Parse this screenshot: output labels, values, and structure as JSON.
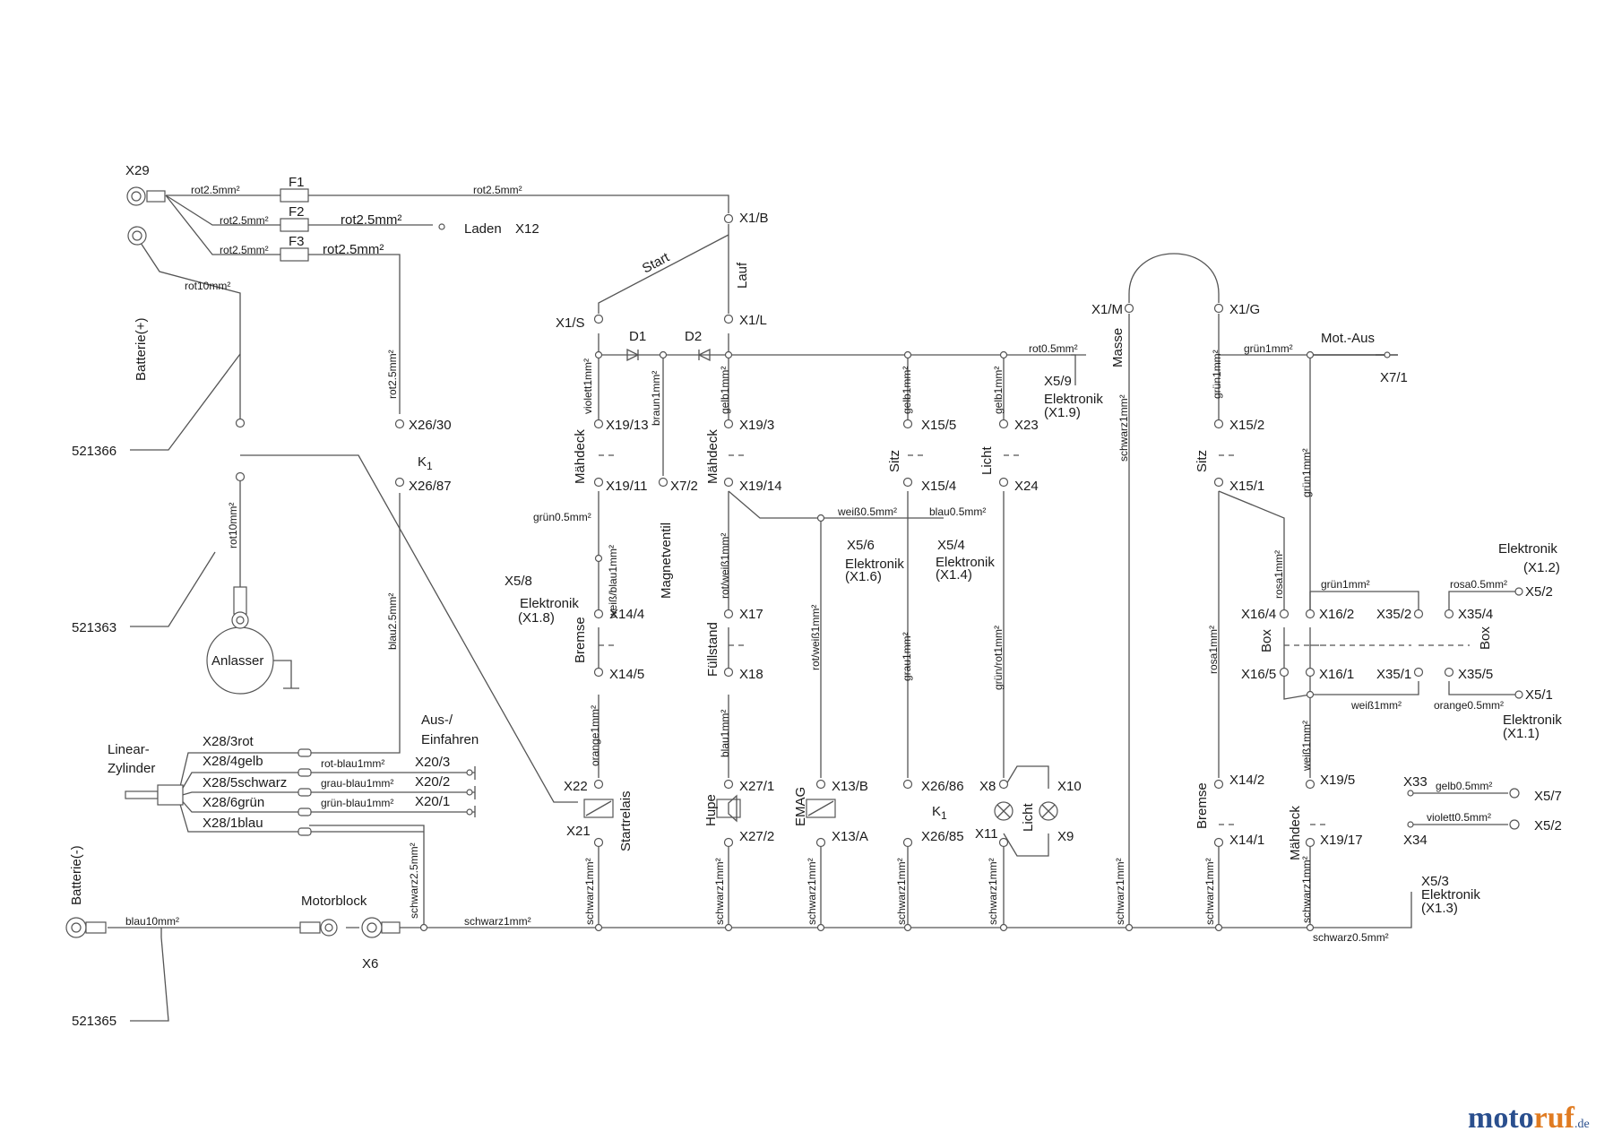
{
  "connectors": {
    "x29": "X29",
    "x12": "X12",
    "x1b": "X1/B",
    "x1s": "X1/S",
    "x1l": "X1/L",
    "x1m": "X1/M",
    "x1g": "X1/G",
    "x7_1": "X7/1",
    "x26_30": "X26/30",
    "x26_87": "X26/87",
    "x19_13": "X19/13",
    "x19_11": "X19/11",
    "x7_2": "X7/2",
    "x19_3": "X19/3",
    "x19_14": "X19/14",
    "x15_5": "X15/5",
    "x15_4": "X15/4",
    "x23": "X23",
    "x24": "X24",
    "x5_9": "X5/9",
    "x15_2": "X15/2",
    "x15_1": "X15/1",
    "x5_8": "X5/8",
    "x14_4": "X14/4",
    "x14_5": "X14/5",
    "x17": "X17",
    "x18": "X18",
    "x5_6": "X5/6",
    "x5_4": "X5/4",
    "x16_4": "X16/4",
    "x16_2": "X16/2",
    "x35_2": "X35/2",
    "x35_4": "X35/4",
    "x5_2a": "X5/2",
    "x16_5": "X16/5",
    "x16_1": "X16/1",
    "x35_1": "X35/1",
    "x35_5": "X35/5",
    "x5_1": "X5/1",
    "x28_3": "X28/3rot",
    "x28_4": "X28/4gelb",
    "x28_5": "X28/5schwarz",
    "x28_6": "X28/6grün",
    "x28_1": "X28/1blau",
    "x20_3": "X20/3",
    "x20_2": "X20/2",
    "x20_1": "X20/1",
    "x22": "X22",
    "x21": "X21",
    "x27_1": "X27/1",
    "x27_2": "X27/2",
    "x13_b": "X13/B",
    "x13_a": "X13/A",
    "x26_86": "X26/86",
    "x26_85": "X26/85",
    "x8": "X8",
    "x10": "X10",
    "x11": "X11",
    "x9": "X9",
    "x14_2": "X14/2",
    "x14_1": "X14/1",
    "x19_5": "X19/5",
    "x19_17": "X19/17",
    "x33": "X33",
    "x5_7": "X5/7",
    "x34": "X34",
    "x5_2b": "X5/2",
    "x5_3": "X5/3",
    "x6": "X6"
  },
  "wires": {
    "rot2_5": "rot2.5mm²",
    "rot10": "rot10mm²",
    "rot0_5": "rot0.5mm²",
    "gruen1": "grün1mm²",
    "violett1": "violett1mm²",
    "braun1": "braun1mm²",
    "gelb1": "gelb1mm²",
    "gruen0_5": "grün0.5mm²",
    "weiss_blau1": "weiß/blau1mm²",
    "rot_weiss1": "rot/weiß1mm²",
    "weiss0_5": "weiß0.5mm²",
    "blau0_5": "blau0.5mm²",
    "gruen_rot1": "grün/rot1mm²",
    "schwarz1": "schwarz1mm²",
    "rosa1": "rosa1mm²",
    "rosa0_5": "rosa0.5mm²",
    "weiss1": "weiß1mm²",
    "orange0_5": "orange0.5mm²",
    "orange1": "orange1mm²",
    "blau1": "blau1mm²",
    "grau1": "grau1mm²",
    "blau2_5": "blau2.5mm²",
    "rot_blau1": "rot-blau1mm²",
    "grau_blau1": "grau-blau1mm²",
    "gruen_blau1": "grün-blau1mm²",
    "schwarz2_5": "schwarz2.5mm²",
    "blau10": "blau10mm²",
    "gelb0_5": "gelb0.5mm²",
    "violett0_5": "violett0.5mm²",
    "schwarz0_5": "schwarz0.5mm²"
  },
  "fuses": {
    "f1": "F1",
    "f2": "F2",
    "f3": "F3"
  },
  "labels": {
    "laden": "Laden",
    "start": "Start",
    "lauf": "Lauf",
    "d1": "D1",
    "d2": "D2",
    "mot_aus": "Mot.-Aus",
    "batterie_plus": "Batterie(+)",
    "batterie_minus": "Batterie(-)",
    "elektronik": "Elektronik",
    "x1_9": "(X1.9)",
    "x1_8": "(X1.8)",
    "x1_6": "(X1.6)",
    "x1_4": "(X1.4)",
    "x1_2": "(X1.2)",
    "x1_1": "(X1.1)",
    "x1_3": "(X1.3)",
    "maehdeck": "Mähdeck",
    "sitz": "Sitz",
    "licht": "Licht",
    "masse": "Masse",
    "magnetventil": "Magnetventil",
    "bremse": "Bremse",
    "fuellstand": "Füllstand",
    "box": "Box",
    "k1": "K",
    "k1_sub": "1",
    "anlasser": "Anlasser",
    "linear": "Linear-",
    "zylinder": "Zylinder",
    "aus": "Aus-/",
    "einfahren": "Einfahren",
    "startrelais": "Startrelais",
    "hupe": "Hupe",
    "emag": "EMAG",
    "motorblock": "Motorblock",
    "p521366": "521366",
    "p521363": "521363",
    "p521365": "521365"
  },
  "watermark": {
    "part1": "moto",
    "part2": "ruf",
    "suffix": ".de"
  }
}
